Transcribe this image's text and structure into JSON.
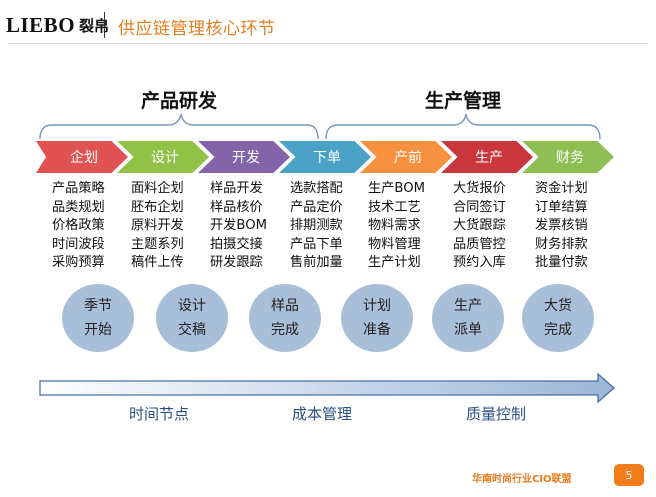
{
  "logo": {
    "brand": "LIEBO",
    "brand_cn": "裂帛"
  },
  "page_title": "供应链管理核心环节",
  "groups": [
    {
      "label": "产品研发"
    },
    {
      "label": "生产管理"
    }
  ],
  "process_steps": [
    {
      "label": "企划",
      "color": "#e15252"
    },
    {
      "label": "设计",
      "color": "#92c147"
    },
    {
      "label": "开发",
      "color": "#8364a9"
    },
    {
      "label": "下单",
      "color": "#4aa3c7"
    },
    {
      "label": "产前",
      "color": "#f7913f"
    },
    {
      "label": "生产",
      "color": "#c9363b"
    },
    {
      "label": "财务",
      "color": "#8fbe53"
    }
  ],
  "task_columns": [
    {
      "items": [
        "产品策略",
        "品类规划",
        "价格政策",
        "时间波段",
        "采购预算"
      ]
    },
    {
      "items": [
        "面料企划",
        "胚布企划",
        "原料开发",
        "主题系列",
        "稿件上传"
      ]
    },
    {
      "items": [
        "样品开发",
        "样品核价",
        "开发BOM",
        "拍摄交接",
        "研发跟踪"
      ]
    },
    {
      "items": [
        "选款搭配",
        "产品定价",
        "排期测款",
        "产品下单",
        "售前加量"
      ]
    },
    {
      "items": [
        "生产BOM",
        "技术工艺",
        "物料需求",
        "物料管理",
        "生产计划"
      ]
    },
    {
      "items": [
        "大货报价",
        "合同签订",
        "大货跟踪",
        "品质管控",
        "预约入库"
      ]
    },
    {
      "items": [
        "资金计划",
        "订单结算",
        "发票核销",
        "财务排款",
        "批量付款"
      ]
    }
  ],
  "milestones": [
    {
      "line1": "季节",
      "line2": "开始"
    },
    {
      "line1": "设计",
      "line2": "交稿"
    },
    {
      "line1": "样品",
      "line2": "完成"
    },
    {
      "line1": "计划",
      "line2": "准备"
    },
    {
      "line1": "生产",
      "line2": "派单"
    },
    {
      "line1": "大货",
      "line2": "完成"
    }
  ],
  "timeline_labels": [
    "时间节点",
    "成本管理",
    "质量控制"
  ],
  "footer": {
    "org": "华南时尚行业CIO联盟",
    "page_number": "5"
  }
}
